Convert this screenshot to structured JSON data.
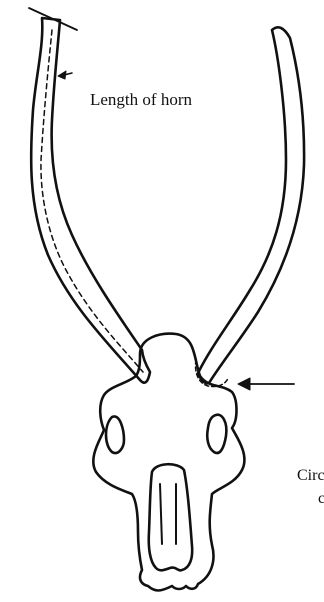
{
  "labels": {
    "length_of_horn": "Length of horn",
    "circumference_line1": "Circ",
    "circumference_line2": "c"
  },
  "colors": {
    "outline": "#111111",
    "background": "#ffffff"
  }
}
